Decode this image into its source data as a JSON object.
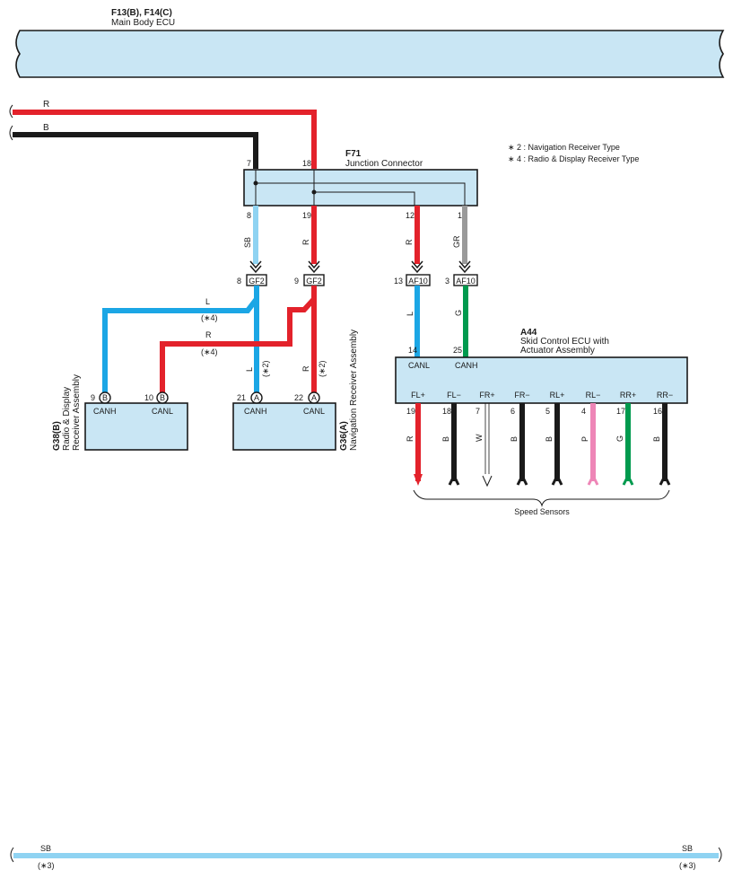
{
  "colors": {
    "red": "#e3222b",
    "black": "#1a1a1a",
    "blue": "#1ba6e5",
    "lightblue": "#8fd3f2",
    "gray": "#9a9a9a",
    "green": "#009a4e",
    "pink": "#ee86b7",
    "white": "#ffffff",
    "box": "#c9e6f4"
  },
  "main_ecu": {
    "code": "F13(B), F14(C)",
    "name": "Main Body ECU"
  },
  "incoming_wires": {
    "red": "R",
    "black": "B"
  },
  "junction": {
    "code": "F71",
    "name": "Junction Connector",
    "top_pins": [
      "7",
      "18"
    ],
    "bottom_pins": [
      "8",
      "19",
      "12",
      "1"
    ],
    "wire_colors": [
      "SB",
      "R",
      "R",
      "GR"
    ]
  },
  "notes": [
    "∗ 2 : Navigation Receiver Type",
    "∗ 4 : Radio & Display Receiver Type"
  ],
  "connectors": [
    {
      "pin": "8",
      "name": "GF2"
    },
    {
      "pin": "9",
      "name": "GF2"
    },
    {
      "pin": "13",
      "name": "AF10"
    },
    {
      "pin": "3",
      "name": "AF10"
    }
  ],
  "lower_wires": {
    "af10_left": "L",
    "af10_right": "G",
    "radio_l": "L",
    "radio_l_note": "(∗4)",
    "radio_r": "R",
    "radio_r_note": "(∗4)",
    "nav_l": "L",
    "nav_l_note": "(∗2)",
    "nav_r": "R",
    "nav_r_note": "(∗2)"
  },
  "skid_ecu": {
    "code": "A44",
    "name_line1": "Skid Control ECU with",
    "name_line2": "Actuator Assembly",
    "top_pins": [
      {
        "pin": "14",
        "label": "CANL"
      },
      {
        "pin": "25",
        "label": "CANH"
      }
    ],
    "sensor_terminals": [
      {
        "label": "FL+",
        "pin": "19",
        "wire": "R"
      },
      {
        "label": "FL−",
        "pin": "18",
        "wire": "B"
      },
      {
        "label": "FR+",
        "pin": "7",
        "wire": "W"
      },
      {
        "label": "FR−",
        "pin": "6",
        "wire": "B"
      },
      {
        "label": "RL+",
        "pin": "5",
        "wire": "B"
      },
      {
        "label": "RL−",
        "pin": "4",
        "wire": "P"
      },
      {
        "label": "RR+",
        "pin": "17",
        "wire": "G"
      },
      {
        "label": "RR−",
        "pin": "16",
        "wire": "B"
      }
    ],
    "sensors_label": "Speed Sensors"
  },
  "radio_receiver": {
    "code": "G38(B)",
    "name_line1": "Radio & Display",
    "name_line2": "Receiver Assembly",
    "terminals": [
      {
        "pin": "9",
        "letter": "B",
        "label": "CANH"
      },
      {
        "pin": "10",
        "letter": "B",
        "label": "CANL"
      }
    ]
  },
  "nav_receiver": {
    "code": "G36(A)",
    "name": "Navigation Receiver Assembly",
    "terminals": [
      {
        "pin": "21",
        "letter": "A",
        "label": "CANH"
      },
      {
        "pin": "22",
        "letter": "A",
        "label": "CANL"
      }
    ]
  },
  "bottom_wire": {
    "left": "SB",
    "right": "SB",
    "left_note": "(∗3)",
    "right_note": "(∗3)"
  }
}
